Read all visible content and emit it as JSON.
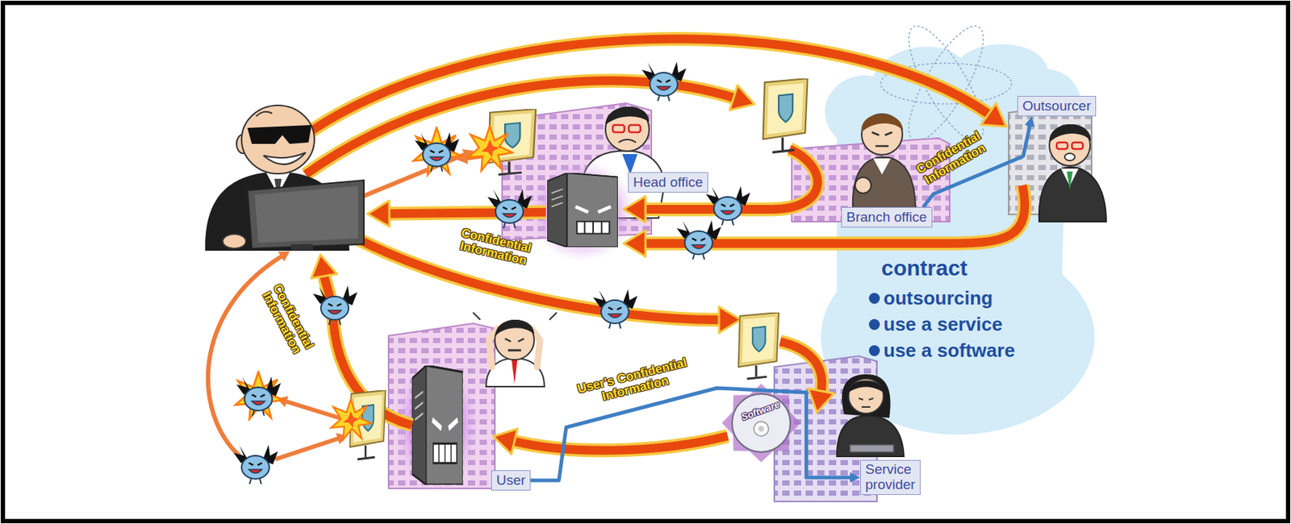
{
  "diagram": {
    "nodes": [
      {
        "text": [
          "Outsourcer"
        ]
      },
      {
        "text": [
          "Head office"
        ]
      },
      {
        "text": [
          "Branch office"
        ]
      },
      {
        "text": [
          "contract",
          "outsourcing",
          "use a service",
          "use a software"
        ]
      },
      {
        "text": [
          "User"
        ]
      },
      {
        "text": [
          "Service provider"
        ]
      }
    ],
    "edges": [
      {
        "from": 2,
        "to": 0,
        "arrow": "to",
        "label": "Confidential Information"
      },
      {
        "from": 4,
        "to": 5,
        "arrow": "to",
        "label": "User's Confidential Information"
      }
    ],
    "labels": [
      "Confidential Information",
      "Confidential Information",
      "Software"
    ]
  }
}
